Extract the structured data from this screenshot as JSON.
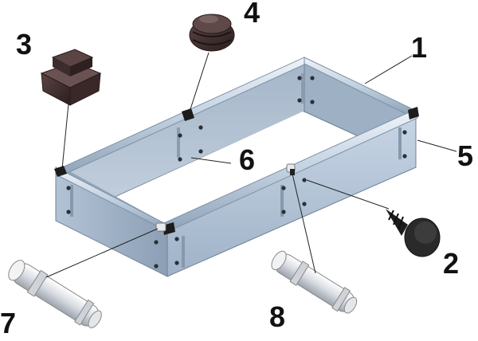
{
  "callouts": {
    "c1": "1",
    "c2": "2",
    "c3": "3",
    "c4": "4",
    "c5": "5",
    "c6": "6",
    "c7": "7",
    "c8": "8"
  },
  "colors": {
    "panel_front": "#b9c9dc",
    "panel_side": "#a6b8cc",
    "panel_dark": "#8ea2b8",
    "tube": "#c9d8e8",
    "rubber": "#3b2a2a",
    "pin": "#e4e6ea",
    "hole": "#2a2f36"
  }
}
